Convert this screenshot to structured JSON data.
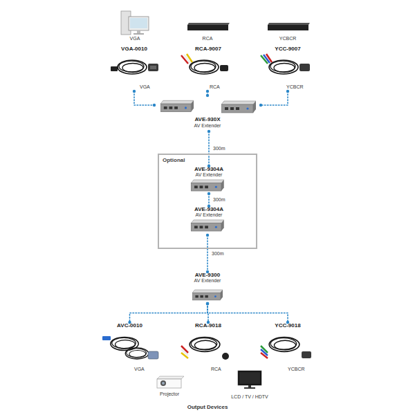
{
  "diagram": {
    "nodes": [
      {
        "text": [
          "VGA"
        ]
      },
      {
        "text": [
          "RCA"
        ]
      },
      {
        "text": [
          "YCBCR"
        ]
      },
      {
        "text": [
          "VGA-0010",
          "VGA"
        ]
      },
      {
        "text": [
          "RCA-9007",
          "RCA"
        ]
      },
      {
        "text": [
          "YCC-9007",
          "YCBCR"
        ]
      },
      {
        "text": [
          "AVE-930X",
          "AV Extender"
        ]
      },
      {
        "text": [
          "Optional"
        ]
      },
      {
        "text": [
          "AVE-9304A",
          "AV Extender"
        ],
        "in": 7
      },
      {
        "text": [
          "AVE-9304A",
          "AV Extender"
        ],
        "in": 7
      },
      {
        "text": [
          "AVE-9300",
          "AV Extender"
        ]
      },
      {
        "text": [
          "AVC-0010",
          "VGA"
        ]
      },
      {
        "text": [
          "RCA-9018",
          "RCA"
        ]
      },
      {
        "text": [
          "YCC-9018",
          "YCBCR"
        ]
      },
      {
        "text": [
          "Projector"
        ]
      },
      {
        "text": [
          "LCD / TV / HDTV"
        ]
      }
    ],
    "edges": [
      {
        "from": 3,
        "to": 6,
        "arrow": "none"
      },
      {
        "from": 4,
        "to": 6,
        "arrow": "none"
      },
      {
        "from": 5,
        "to": 6,
        "arrow": "none"
      },
      {
        "from": 6,
        "to": 8,
        "label": "300m",
        "arrow": "none"
      },
      {
        "from": 8,
        "to": 9,
        "label": "300m",
        "arrow": "none"
      },
      {
        "from": 9,
        "to": 10,
        "label": "300m",
        "arrow": "none"
      },
      {
        "from": 10,
        "to": 11,
        "arrow": "none"
      },
      {
        "from": 10,
        "to": 12,
        "arrow": "none"
      },
      {
        "from": 10,
        "to": 13,
        "arrow": "none"
      }
    ],
    "labels": [
      "Output Devices"
    ]
  }
}
